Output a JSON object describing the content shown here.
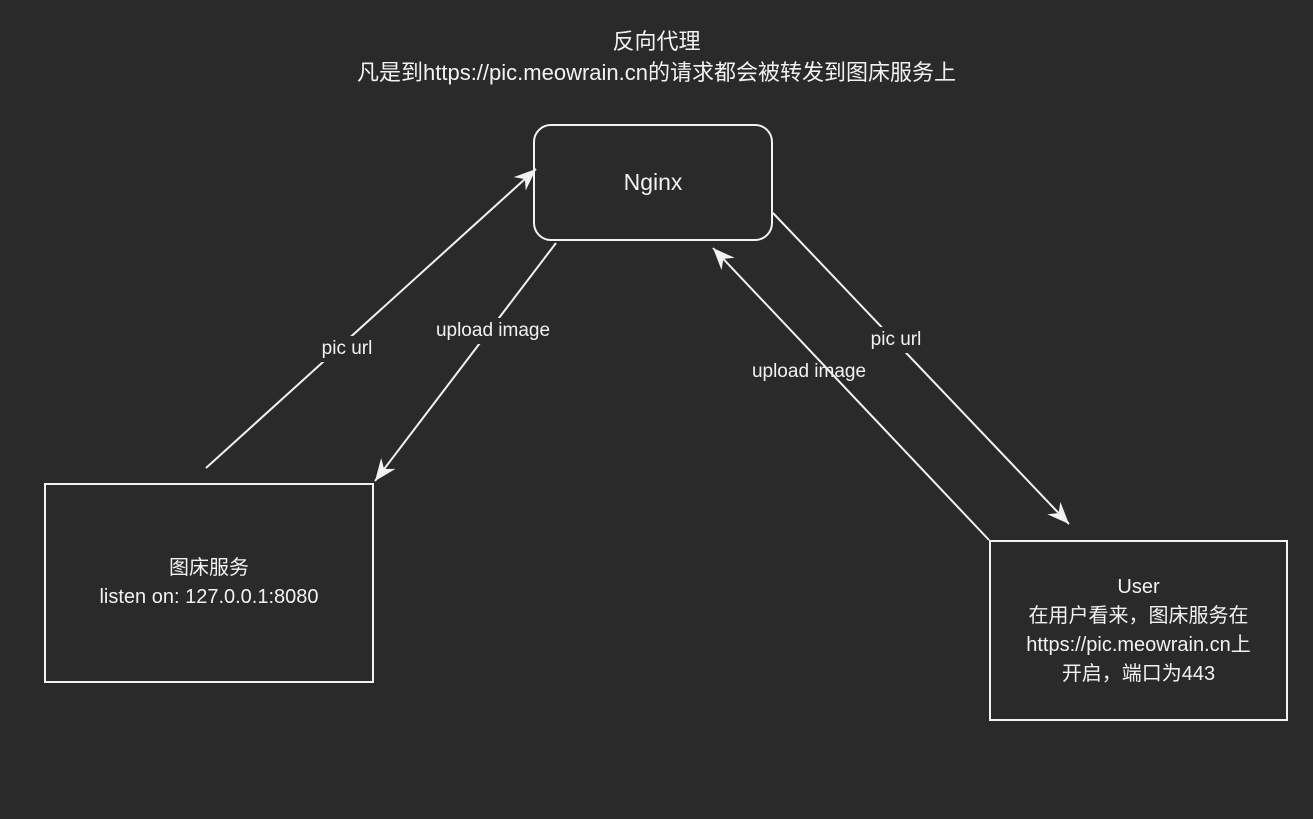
{
  "colors": {
    "background": "#2a2a2b",
    "stroke": "#f2f2f2"
  },
  "title": {
    "line1": "反向代理",
    "line2": "凡是到https://pic.meowrain.cn的请求都会被转发到图床服务上"
  },
  "nodes": {
    "nginx": {
      "label": "Nginx"
    },
    "picbed": {
      "title": "图床服务",
      "subtitle": "listen on: 127.0.0.1:8080"
    },
    "user": {
      "line1": "User",
      "line2": "在用户看来，图床服务在",
      "line3": "https://pic.meowrain.cn上",
      "line4": "开启，端口为443"
    }
  },
  "edges": {
    "left_pic_url": {
      "label": "pic url"
    },
    "left_upload_image": {
      "label": "upload image"
    },
    "right_upload_image": {
      "label": "upload image"
    },
    "right_pic_url": {
      "label": "pic url"
    }
  }
}
